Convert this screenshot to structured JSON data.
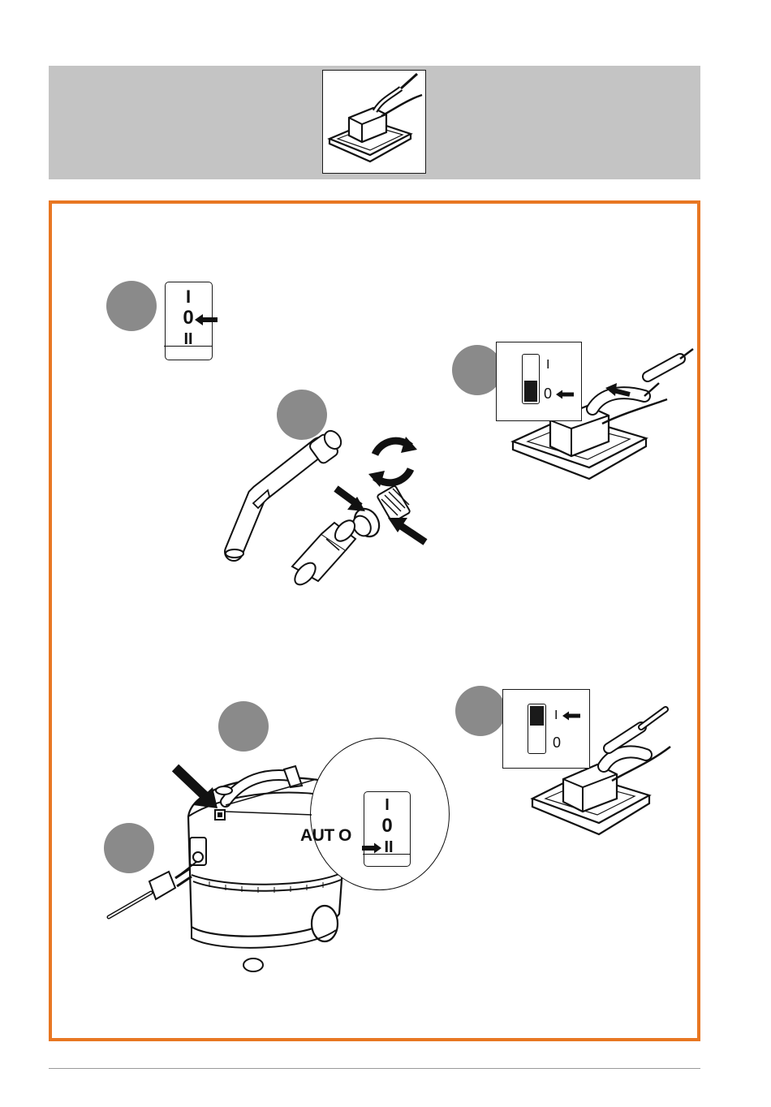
{
  "colors": {
    "header_band": "#c4c4c4",
    "frame_border": "#e87722",
    "step_marker": "#8a8a8a"
  },
  "panel_1": {
    "switch_labels": {
      "top": "I",
      "middle": "0",
      "bottom": "II"
    }
  },
  "panel_3": {
    "switch_labels": {
      "top": "I",
      "bottom": "0"
    }
  },
  "panel_4": {
    "switch_labels": {
      "top": "I",
      "middle": "0",
      "bottom": "II"
    },
    "mode_label": "AUT O"
  },
  "panel_5": {
    "switch_labels": {
      "top": "I",
      "bottom": "0"
    }
  }
}
